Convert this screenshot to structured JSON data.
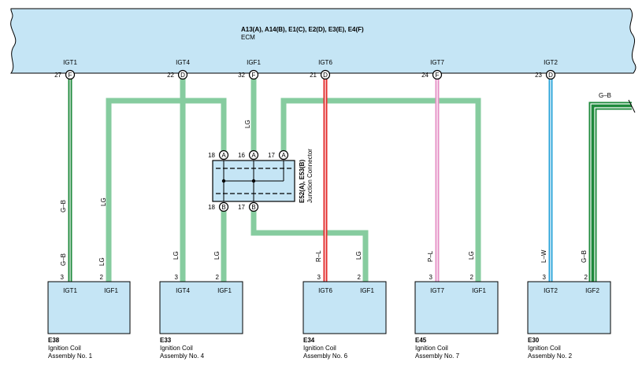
{
  "ecm": {
    "title": "A13(A), A14(B), E1(C), E2(D), E3(E), E4(F)",
    "subtitle": "ECM",
    "terminals": [
      {
        "name": "IGT1",
        "pin": "27",
        "conn": "F"
      },
      {
        "name": "IGT4",
        "pin": "22",
        "conn": "D"
      },
      {
        "name": "IGF1",
        "pin": "32",
        "conn": "F"
      },
      {
        "name": "IGT6",
        "pin": "21",
        "conn": "D"
      },
      {
        "name": "IGT7",
        "pin": "24",
        "conn": "F"
      },
      {
        "name": "IGT2",
        "pin": "23",
        "conn": "D"
      }
    ]
  },
  "junction": {
    "id": "E52(A), E53(B)",
    "label": "Junction Connector",
    "top_pins": [
      {
        "pin": "18",
        "conn": "A"
      },
      {
        "pin": "16",
        "conn": "A"
      },
      {
        "pin": "17",
        "conn": "A"
      }
    ],
    "bottom_pins": [
      {
        "pin": "18",
        "conn": "B"
      },
      {
        "pin": "17",
        "conn": "B"
      }
    ]
  },
  "wire_labels": {
    "gb_left": "G–B",
    "lg_left": "LG",
    "lg_igf1": "LG",
    "gb_right_top": "G–B",
    "e38_left": "G–B",
    "e38_right": "LG",
    "e33_left": "LG",
    "e33_right": "LG",
    "e34_left": "R–L",
    "e34_right": "LG",
    "e45_left": "P–L",
    "e45_right": "LG",
    "e30_left": "L–W",
    "e30_right": "G–B"
  },
  "colors": {
    "body_fill": "#c5e5f5",
    "lg_wire": "#86cc9f",
    "green_wire": "#1f8a3c",
    "red_wire": "#e32b2b",
    "pink_wire": "#e58fc4",
    "blue_wire": "#2ba4d9"
  },
  "coils": [
    {
      "code": "E38",
      "name1": "Ignition Coil",
      "name2": "Assembly No. 1",
      "pin_l": "3",
      "pin_r": "2",
      "term_l": "IGT1",
      "term_r": "IGF1"
    },
    {
      "code": "E33",
      "name1": "Ignition Coil",
      "name2": "Assembly No. 4",
      "pin_l": "3",
      "pin_r": "2",
      "term_l": "IGT4",
      "term_r": "IGF1"
    },
    {
      "code": "E34",
      "name1": "Ignition Coil",
      "name2": "Assembly No. 6",
      "pin_l": "3",
      "pin_r": "2",
      "term_l": "IGT6",
      "term_r": "IGF1"
    },
    {
      "code": "E45",
      "name1": "Ignition Coil",
      "name2": "Assembly No. 7",
      "pin_l": "3",
      "pin_r": "2",
      "term_l": "IGT7",
      "term_r": "IGF1"
    },
    {
      "code": "E30",
      "name1": "Ignition Coil",
      "name2": "Assembly No. 2",
      "pin_l": "3",
      "pin_r": "2",
      "term_l": "IGT2",
      "term_r": "IGF2"
    }
  ]
}
